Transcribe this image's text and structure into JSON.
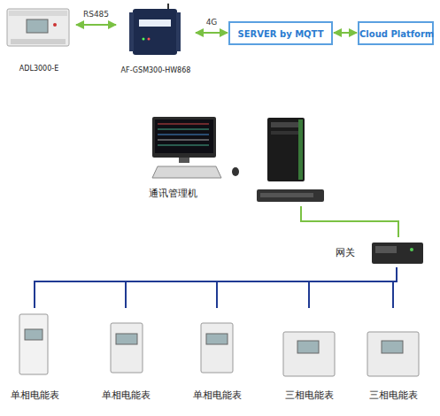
{
  "diagram": {
    "nodes": [
      {
        "text": [
          "ADL3000-E"
        ]
      },
      {
        "text": [
          "AF-GSM300-HW868"
        ]
      },
      {
        "text": [
          "SERVER by MQTT"
        ]
      },
      {
        "text": [
          "Cloud Platform"
        ]
      },
      {
        "text": [
          "通讯管理机"
        ]
      },
      {
        "text": [
          "网关"
        ]
      },
      {
        "text": [
          "单相电能表"
        ]
      },
      {
        "text": [
          "单相电能表"
        ]
      },
      {
        "text": [
          "单相电能表"
        ]
      },
      {
        "text": [
          "三相电能表"
        ]
      },
      {
        "text": [
          "三相电能表"
        ]
      }
    ],
    "edges": [
      {
        "from": 0,
        "to": 1,
        "label": "RS485",
        "arrow": "both"
      },
      {
        "from": 1,
        "to": 2,
        "label": "4G",
        "arrow": "both"
      },
      {
        "from": 2,
        "to": 3,
        "arrow": "both"
      },
      {
        "from": 4,
        "to": 5,
        "arrow": "none"
      },
      {
        "from": 5,
        "to": 6,
        "arrow": "none"
      },
      {
        "from": 5,
        "to": 7,
        "arrow": "none"
      },
      {
        "from": 5,
        "to": 8,
        "arrow": "none"
      },
      {
        "from": 5,
        "to": 9,
        "arrow": "none"
      },
      {
        "from": 5,
        "to": 10,
        "arrow": "none"
      }
    ]
  }
}
